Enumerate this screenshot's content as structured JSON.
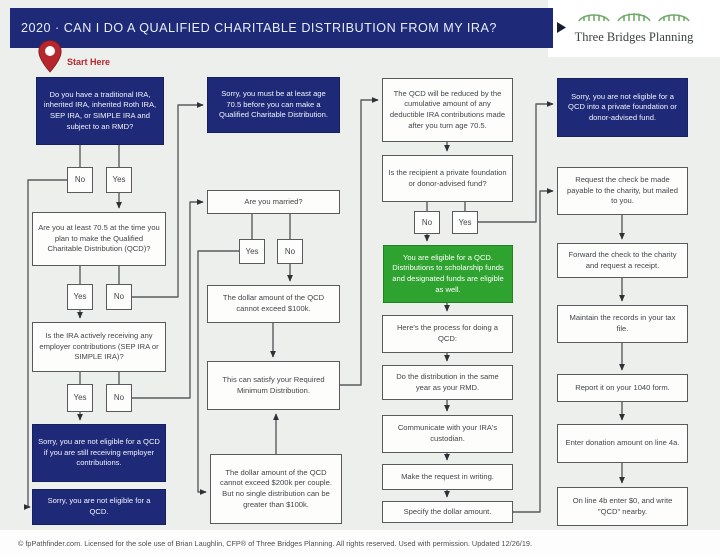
{
  "header": {
    "title": "2020 · CAN I DO A QUALIFIED CHARITABLE DISTRIBUTION FROM MY IRA?",
    "brand": "Three Bridges Planning"
  },
  "start": {
    "label": "Start Here"
  },
  "labels": {
    "yes": "Yes",
    "no": "No"
  },
  "colors": {
    "navy": "#1e2a78",
    "green": "#2fa32f",
    "red_pin": "#b4282e",
    "line": "#5b5c5e",
    "background": "#edefec"
  },
  "icons": {
    "start_pin": "map-pin",
    "brand_logo": "three-green-bridges",
    "header_pointer": "right-triangle"
  },
  "nodes": {
    "q1": "Do you have a traditional IRA, inherited IRA, inherited Roth IRA, SEP IRA, or SIMPLE IRA and subject to an RMD?",
    "q_age": "Are you at least 70.5 at the time you plan to make the Qualified Charitable Distribution (QCD)?",
    "q_employer": "Is the IRA actively receiving any employer contributions (SEP IRA or SIMPLE IRA)?",
    "sorry_employer": "Sorry, you are not eligible for a QCD if you are still receiving employer contributions.",
    "sorry_qcd": "Sorry, you are not eligible for a QCD.",
    "sorry_age": "Sorry, you must be at least age 70.5 before you can make a Qualified Charitable Distribution.",
    "q_married": "Are you married?",
    "limit_100": "The dollar amount of the QCD cannot exceed $100k.",
    "rmd": "This can satisfy your Required Minimum Distribution.",
    "limit_200": "The dollar amount of the QCD cannot exceed $200k per couple. But no single distribution can be greater than $100k.",
    "reduced": "The QCD will be reduced by the cumulative amount of any deductible IRA contributions made after you turn age 70.5.",
    "q_recipient": "Is the recipient a private foundation or donor-advised fund?",
    "sorry_private": "Sorry, you are not eligible for a QCD into a private foundation or donor-advised fund.",
    "eligible": "You are eligible for a QCD. Distributions to scholarship funds and designated funds are eligible as well.",
    "process": "Here's the process for doing a QCD:",
    "same_year": "Do the distribution in the same year as your RMD.",
    "communicate": "Communicate with your IRA's custodian.",
    "writing": "Make the request in writing.",
    "specify": "Specify the dollar amount.",
    "request_check": "Request the check be made payable to the charity, but mailed to you.",
    "forward": "Forward the check to the charity and request a receipt.",
    "maintain": "Maintain the records in your tax file.",
    "report": "Report it on your 1040 form.",
    "enter_4a": "Enter donation amount on line 4a.",
    "line_4b": "On line 4b enter $0, and write \"QCD\" nearby."
  },
  "footer": {
    "text": "© fpPathfinder.com. Licensed for the sole use of Brian Laughlin, CFP® of Three Bridges Planning. All rights reserved. Used with permission. Updated 12/26/19."
  }
}
